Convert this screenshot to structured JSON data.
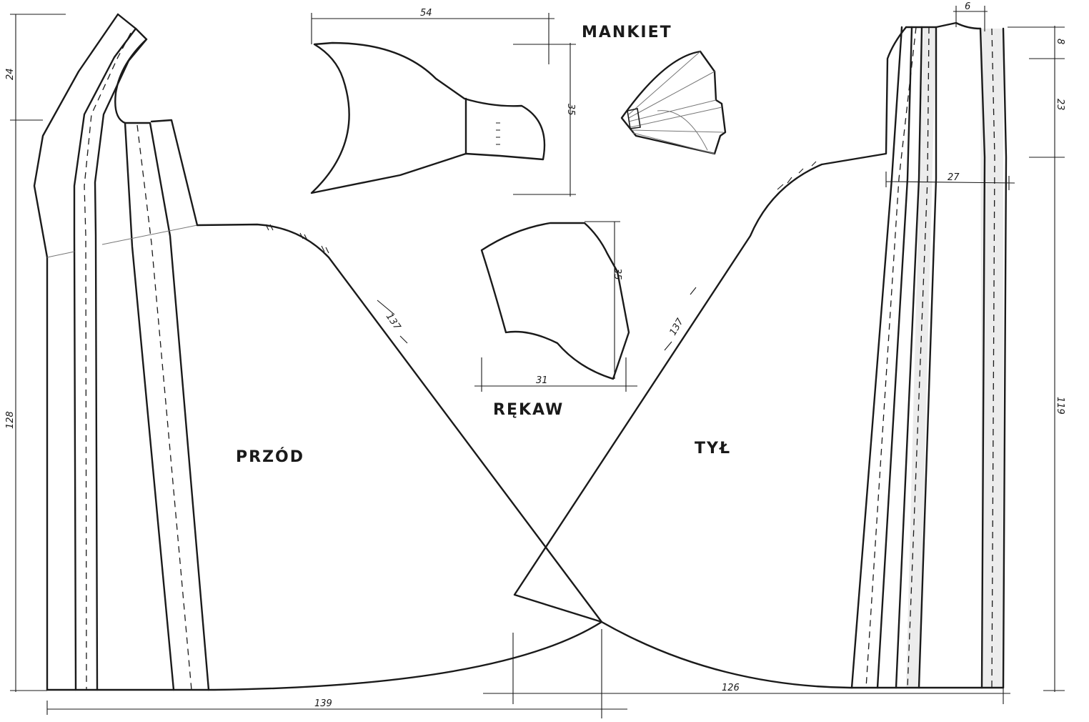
{
  "labels": {
    "mankiet": "MANKIET",
    "przod": "PRZÓD",
    "tyl": "TYŁ",
    "rekaw": "RĘKAW"
  },
  "dimensions": {
    "front_top": "24",
    "front_height": "128",
    "front_width": "139",
    "cuff_width": "54",
    "cuff_height": "35",
    "sleeve_height": "35",
    "sleeve_width": "31",
    "front_diagonal": "137",
    "back_diagonal": "137",
    "back_shoulder": "6",
    "back_top": "8",
    "back_armhole": "23",
    "back_chest": "27",
    "back_height": "119",
    "back_width": "126"
  }
}
